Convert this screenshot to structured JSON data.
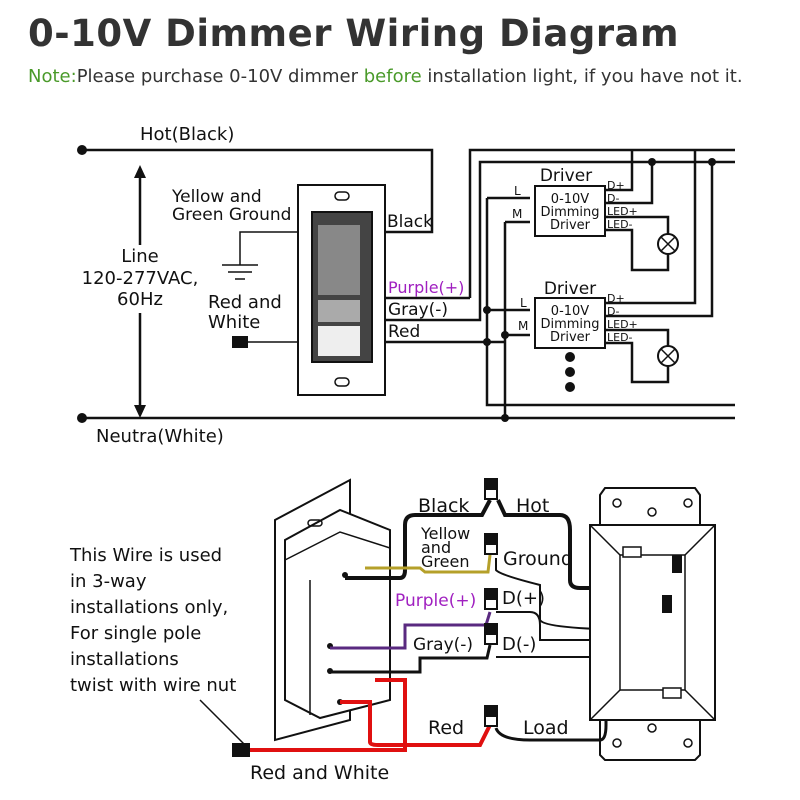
{
  "title": "0-10V Dimmer Wiring Diagram",
  "note": {
    "label": "Note",
    "colon": ":",
    "text1": "Please purchase 0-10V dimmer ",
    "highlight": "before",
    "text2": " installation light, if you have not it."
  },
  "colors": {
    "note_green": "#4a9a2a",
    "purple": "#a020c0",
    "red": "#e01010",
    "title": "#333333"
  },
  "top_diagram": {
    "hot": "Hot(Black)",
    "neutral": "Neutra(White)",
    "line": [
      "Line",
      "120-277VAC,",
      "60Hz"
    ],
    "ground": [
      "Yellow and",
      "Green Ground"
    ],
    "red_white": [
      "Red and",
      "White"
    ],
    "black": "Black",
    "purple": "Purple(+)",
    "gray": "Gray(-)",
    "red": "Red",
    "drivers": [
      {
        "title": "Driver",
        "body": [
          "0-10V",
          "Dimming",
          "Driver"
        ],
        "inputs": [
          "L",
          "M"
        ],
        "outputs": [
          "D+",
          "D-",
          "LED+",
          "LED-"
        ]
      },
      {
        "title": "Driver",
        "body": [
          "0-10V",
          "Dimming",
          "Driver"
        ],
        "inputs": [
          "L",
          "M"
        ],
        "outputs": [
          "D+",
          "D-",
          "LED+",
          "LED-"
        ]
      }
    ]
  },
  "bottom_diagram": {
    "note_lines": [
      "This Wire is used",
      "in 3-way",
      "installations only,",
      "For single pole",
      "installations",
      "twist with wire nut"
    ],
    "black": "Black",
    "hot": "Hot",
    "yg": [
      "Yellow",
      "and",
      "Green"
    ],
    "ground": "Ground",
    "purple": "Purple(+)",
    "dplus": "D(+)",
    "gray": "Gray(-)",
    "dminus": "D(-)",
    "red": "Red",
    "load": "Load",
    "red_white": "Red and White"
  }
}
